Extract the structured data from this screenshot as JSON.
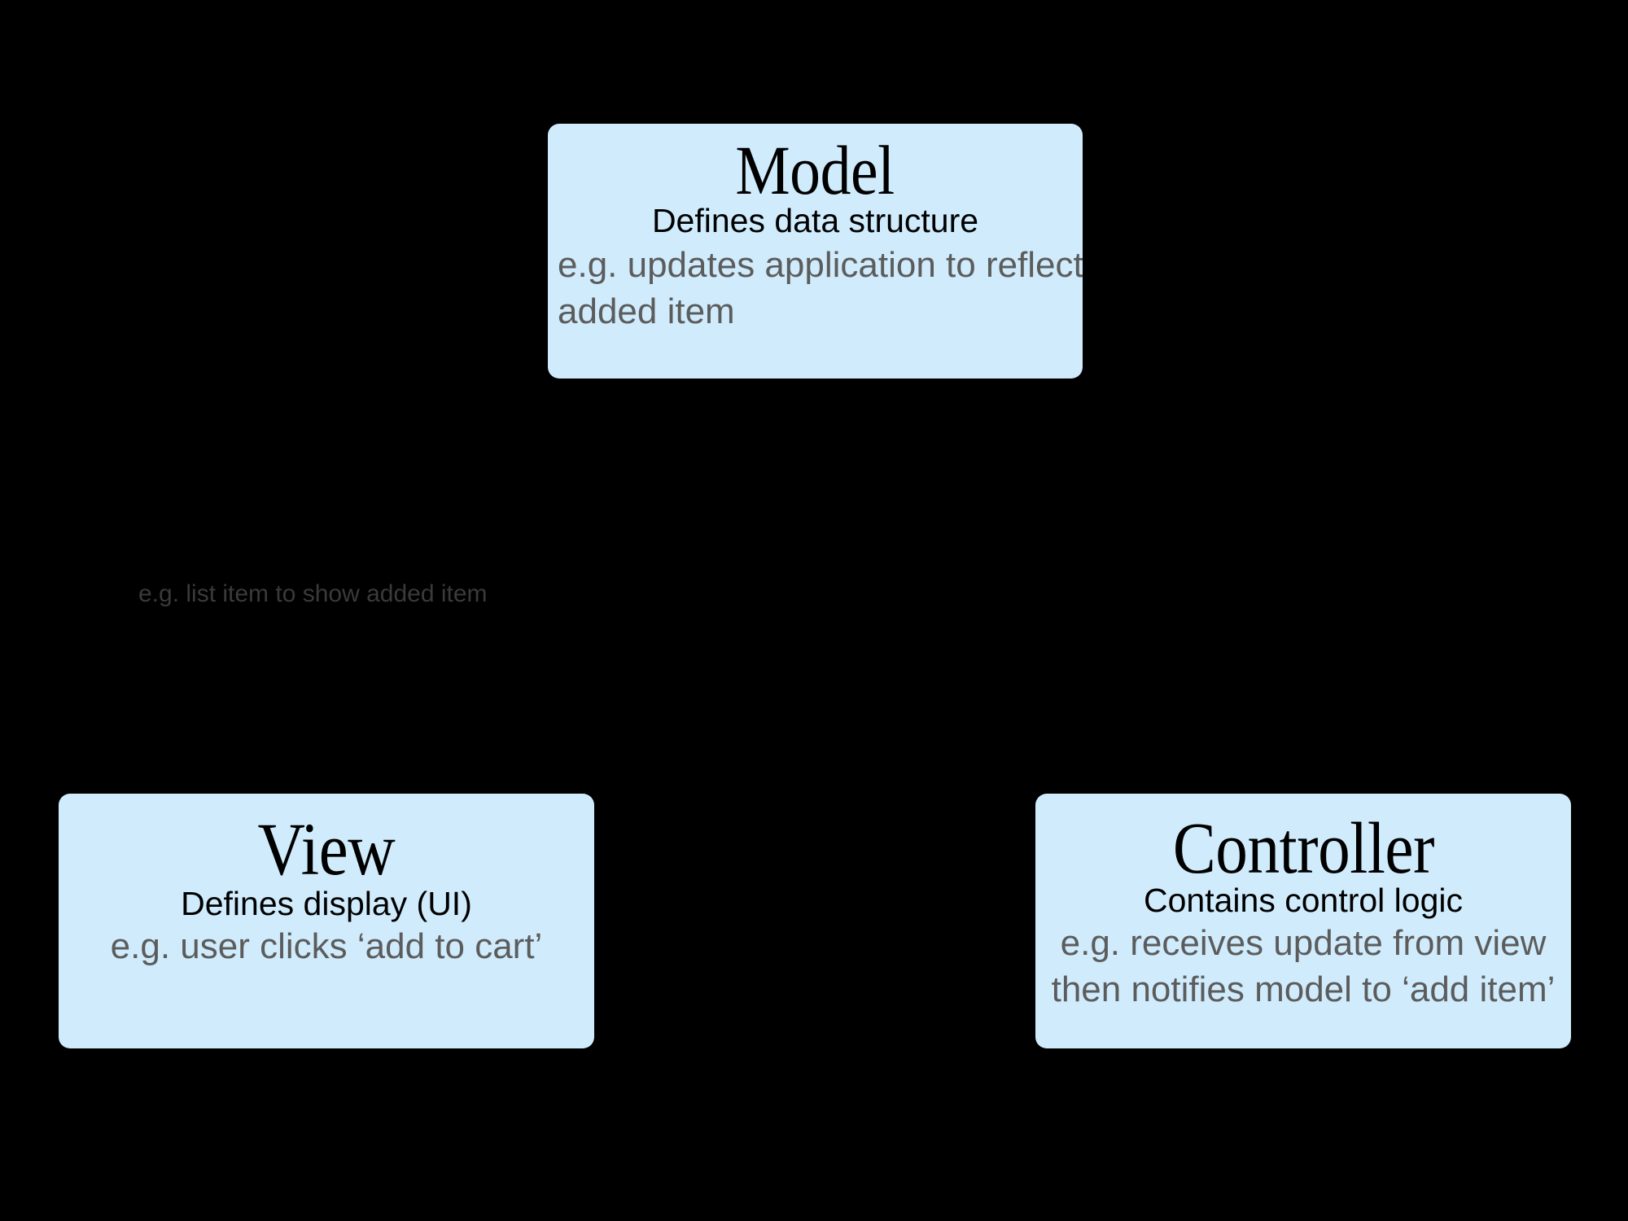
{
  "canvas": {
    "background_color": "#000000",
    "node_fill_color": "#d0ecfc",
    "title_color": "#000000",
    "subtitle_color": "#000000",
    "example_text_color": "#5c5c5c",
    "annotation_color": "#3a3a3a"
  },
  "nodes": {
    "model": {
      "title": "Model",
      "subtitle": "Defines data structure",
      "example_lines": [
        "e.g. updates application to reflect",
        "added item"
      ]
    },
    "view": {
      "title": "View",
      "subtitle": "Defines display (UI)",
      "example_lines": [
        "e.g. user clicks ‘add to cart’"
      ]
    },
    "controller": {
      "title": "Controller",
      "subtitle": "Contains control logic",
      "example_lines": [
        "e.g. receives update from view",
        "then notifies model to ‘add item’"
      ]
    }
  },
  "annotations": {
    "view_to_model": "e.g. list item to show added item"
  }
}
